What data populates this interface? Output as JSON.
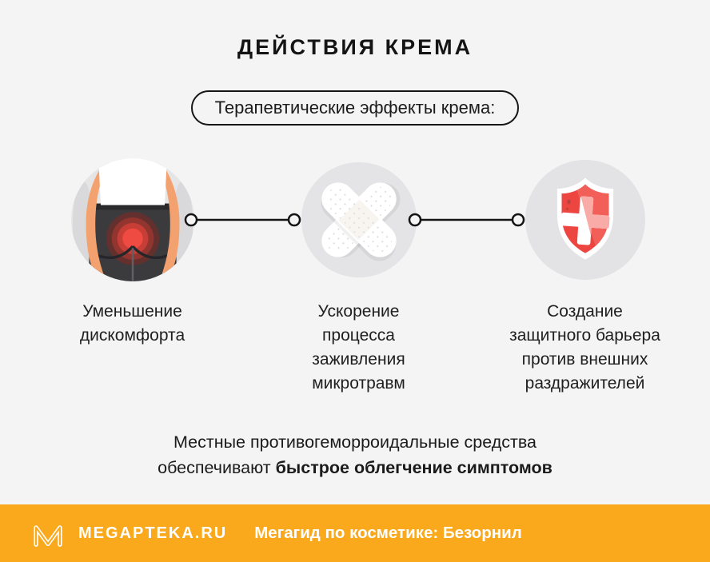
{
  "header": {
    "title": "ДЕЙСТВИЯ КРЕМА"
  },
  "badge": {
    "label": "Терапевтические эффекты крема:"
  },
  "effects": [
    {
      "icon": "buttocks-pain-icon",
      "label": "Уменьшение\nдискомфорта"
    },
    {
      "icon": "crossed-bandages-icon",
      "label": "Ускорение\nпроцесса\nзаживления\nмикротравм"
    },
    {
      "icon": "shield-cross-icon",
      "label": "Создание\nзащитного барьера\nпротив внешних\nраздражителей"
    }
  ],
  "note": {
    "line1": "Местные противогеморроидальные средства",
    "line2_regular": "обеспечивают",
    "line2_bold": "быстрое облегчение симптомов"
  },
  "footer": {
    "brand": "MEGAPTEKA.RU",
    "tagline": "Мегагид по косметике: Безорнил"
  },
  "colors": {
    "background": "#f4f4f5",
    "footer_orange": "#f9a91b",
    "icon_circle_gray": "#e4e4e6",
    "shield_red": "#ed4540",
    "pain_red": "#ef4b43",
    "skin": "#f3a26f",
    "trousers_dark": "#3b3b3e",
    "text_dark": "#141414",
    "white": "#ffffff"
  }
}
